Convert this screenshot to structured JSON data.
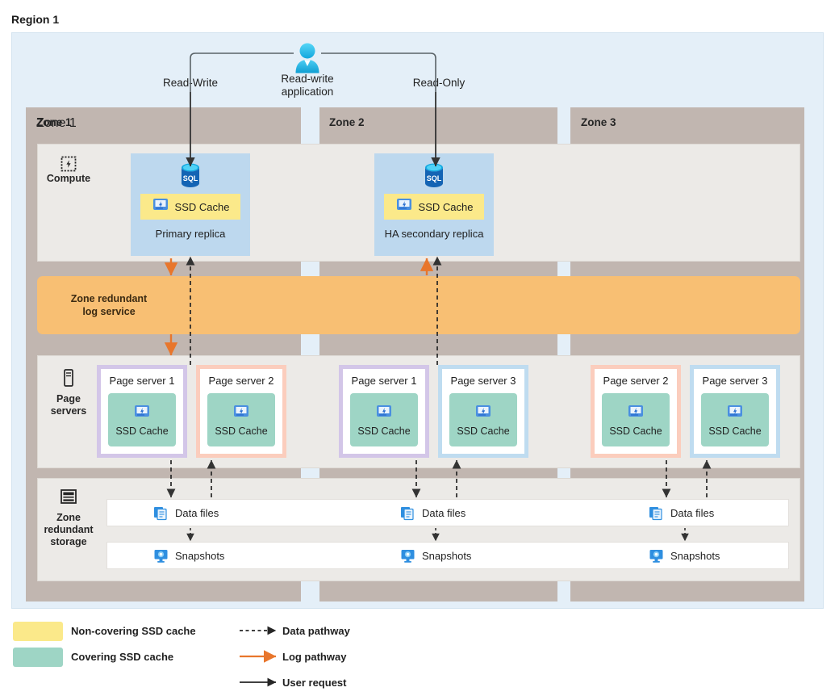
{
  "region": {
    "title": "Region 1"
  },
  "application": {
    "icon": "user-person-icon",
    "label": "Read-write\napplication",
    "label_line1": "Read-write",
    "label_line2": "application",
    "left_path_label": "Read-Write",
    "right_path_label": "Read-Only"
  },
  "zones": [
    {
      "id": "zone1",
      "label": "Zone 1"
    },
    {
      "id": "zone2",
      "label": "Zone 2"
    },
    {
      "id": "zone3",
      "label": "Zone 3"
    }
  ],
  "rows": {
    "compute": {
      "label": "Compute",
      "icon": "cpu-chip-icon"
    },
    "page_servers": {
      "label": "Page\nservers",
      "label_line1": "Page",
      "label_line2": "servers",
      "icon": "page-server-icon"
    },
    "storage": {
      "label": "Zone\nredundant\nstorage",
      "label_line1": "Zone",
      "label_line2": "redundant",
      "label_line3": "storage",
      "icon": "storage-stack-icon"
    }
  },
  "log_service": {
    "label_line1": "Zone redundant",
    "label_line2": "log service",
    "color": "#f8bf73"
  },
  "replicas": [
    {
      "id": "primary",
      "zone": "zone1",
      "icon": "sql-database-icon",
      "cache_label": "SSD Cache",
      "cache_icon": "ssd-drive-icon",
      "cache_type": "non-covering",
      "caption": "Primary replica"
    },
    {
      "id": "ha-secondary",
      "zone": "zone2",
      "icon": "sql-database-icon",
      "cache_label": "SSD Cache",
      "cache_icon": "ssd-drive-icon",
      "cache_type": "non-covering",
      "caption": "HA secondary replica"
    }
  ],
  "page_servers": [
    {
      "zone": "zone1",
      "title": "Page server 1",
      "cache_label": "SSD Cache",
      "cache_icon": "ssd-drive-icon",
      "border": "lavender"
    },
    {
      "zone": "zone1",
      "title": "Page server 2",
      "cache_label": "SSD Cache",
      "cache_icon": "ssd-drive-icon",
      "border": "peach"
    },
    {
      "zone": "zone2",
      "title": "Page server 1",
      "cache_label": "SSD Cache",
      "cache_icon": "ssd-drive-icon",
      "border": "lavender"
    },
    {
      "zone": "zone2",
      "title": "Page server 3",
      "cache_label": "SSD Cache",
      "cache_icon": "ssd-drive-icon",
      "border": "blue"
    },
    {
      "zone": "zone3",
      "title": "Page server 2",
      "cache_label": "SSD Cache",
      "cache_icon": "ssd-drive-icon",
      "border": "peach"
    },
    {
      "zone": "zone3",
      "title": "Page server 3",
      "cache_label": "SSD Cache",
      "cache_icon": "ssd-drive-icon",
      "border": "blue"
    }
  ],
  "storage": {
    "data_files": [
      {
        "zone": "zone1",
        "label": "Data files",
        "icon": "documents-icon"
      },
      {
        "zone": "zone2",
        "label": "Data files",
        "icon": "documents-icon"
      },
      {
        "zone": "zone3",
        "label": "Data files",
        "icon": "documents-icon"
      }
    ],
    "snapshots": [
      {
        "zone": "zone1",
        "label": "Snapshots",
        "icon": "snapshot-icon"
      },
      {
        "zone": "zone2",
        "label": "Snapshots",
        "icon": "snapshot-icon"
      },
      {
        "zone": "zone3",
        "label": "Snapshots",
        "icon": "snapshot-icon"
      }
    ]
  },
  "legend": {
    "items": [
      {
        "kind": "swatch",
        "color": "#fbe98a",
        "label": "Non-covering SSD cache"
      },
      {
        "kind": "swatch",
        "color": "#9ed5c5",
        "label": "Covering SSD cache"
      },
      {
        "kind": "arrow",
        "style": "dashed",
        "color": "#262626",
        "label": "Data pathway"
      },
      {
        "kind": "arrow",
        "style": "solid",
        "color": "#e8762c",
        "label": "Log pathway"
      },
      {
        "kind": "arrow",
        "style": "solid",
        "color": "#262626",
        "label": "User request"
      }
    ]
  },
  "colors": {
    "region_bg": "#e4eff8",
    "zone_band": "#c1b6b0",
    "row_panel": "#eceae7",
    "replica_box": "#bdd8ee",
    "non_covering_cache": "#fbe98a",
    "covering_cache": "#9ed5c5",
    "log_band": "#f8bf73",
    "log_arrow": "#e8762c",
    "data_arrow": "#262626"
  }
}
